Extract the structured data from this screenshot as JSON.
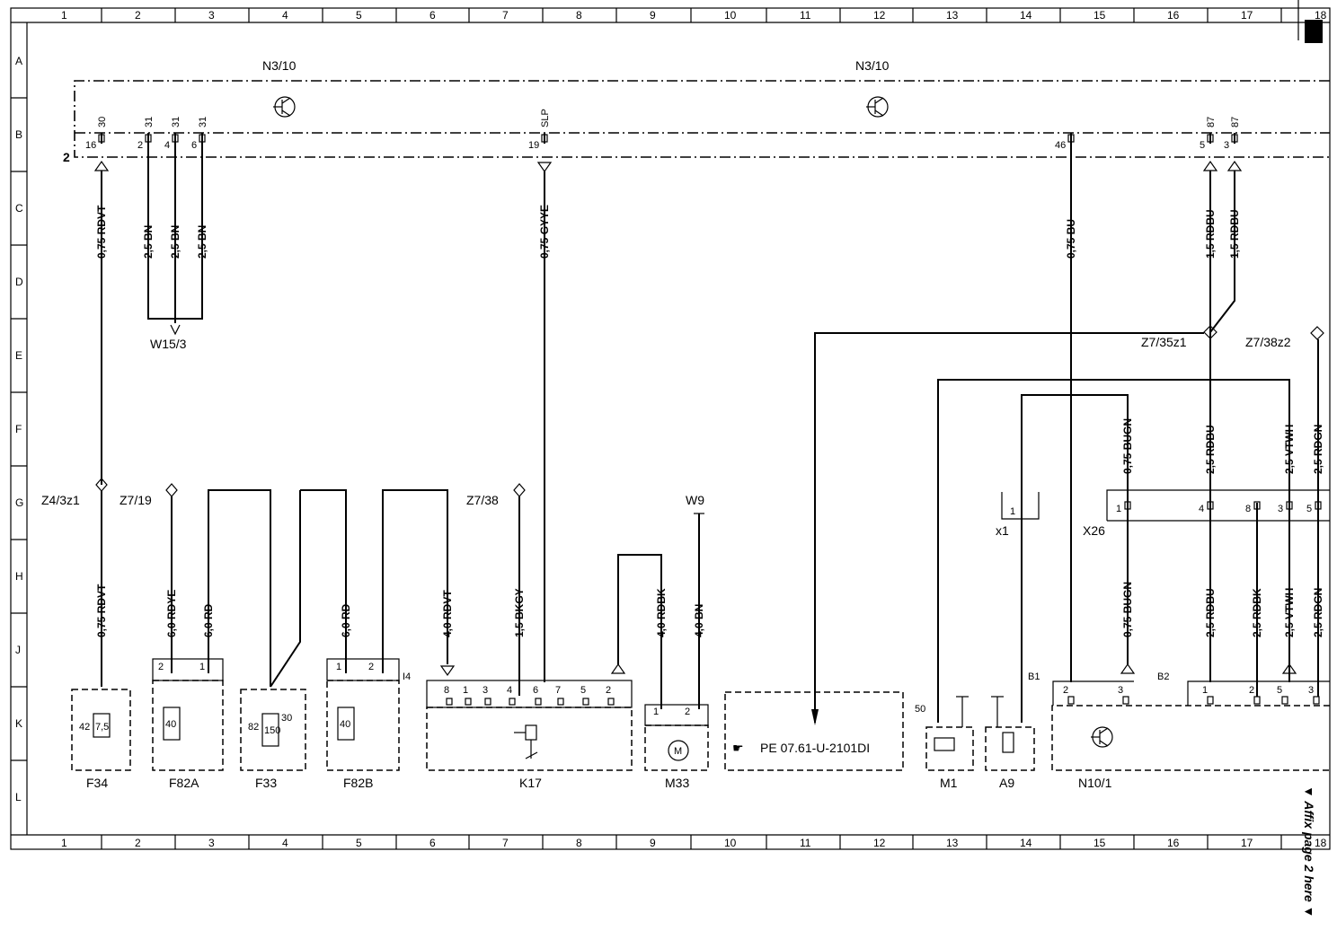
{
  "grid": {
    "columns": [
      "1",
      "2",
      "3",
      "4",
      "5",
      "6",
      "7",
      "8",
      "9",
      "10",
      "11",
      "12",
      "13",
      "14",
      "15",
      "16",
      "17",
      "18"
    ],
    "rows": [
      "A",
      "B",
      "C",
      "D",
      "E",
      "F",
      "G",
      "H",
      "J",
      "K",
      "L"
    ]
  },
  "modules": {
    "n3_10_left": "N3/10",
    "n3_10_right": "N3/10",
    "bus_marker": "2"
  },
  "top_pins": [
    {
      "label": "30",
      "num": "16"
    },
    {
      "label": "31",
      "num": "2"
    },
    {
      "label": "31",
      "num": "4"
    },
    {
      "label": "31",
      "num": "6"
    },
    {
      "label": "SLP",
      "num": "19"
    },
    {
      "label": "",
      "num": "46"
    },
    {
      "label": "87",
      "num": "5"
    },
    {
      "label": "87",
      "num": "3"
    }
  ],
  "wires_upper": [
    "0,75 RDVT",
    "2,5 BN",
    "2,5 BN",
    "2,5 BN",
    "0,75 GYYE",
    "0,75 BU",
    "1,5 RDBU",
    "1,5 RDBU"
  ],
  "wires_right_mid": [
    "0,75 BUGN",
    "2,5 RDBU",
    "2,5 VTWH",
    "2,5 RDGN"
  ],
  "wires_lower": [
    "0,75 RDVT",
    "6,0 RDYE",
    "6,0 RD",
    "6,0 RD",
    "4,0 RDVT",
    "1,5 BKGY",
    "4,0 RDBK",
    "4,0 BN",
    "0,75 BUGN",
    "2,5 RDBU",
    "2,5 RDBK",
    "2,5 VTWH",
    "2,5 RDGN"
  ],
  "splices": {
    "w15_3": "W15/3",
    "z4_3z1": "Z4/3z1",
    "z7_19": "Z7/19",
    "z7_38": "Z7/38",
    "z7_35z1": "Z7/35z1",
    "z7_38z2": "Z7/38z2",
    "w9": "W9"
  },
  "connectors": {
    "x1": "x1",
    "x1_pin": "1",
    "x26": "X26",
    "x26_pins": [
      "1",
      "4",
      "8",
      "3",
      "5"
    ]
  },
  "components": {
    "f34": {
      "name": "F34",
      "a": "42",
      "b": "7,5"
    },
    "f82a": {
      "name": "F82A",
      "fuse": "40",
      "pins": [
        "2",
        "1"
      ]
    },
    "f33": {
      "name": "F33",
      "a": "82",
      "fuse": "150",
      "b": "30"
    },
    "f82b": {
      "name": "F82B",
      "fuse": "40",
      "pins": [
        "1",
        "2"
      ],
      "tag": "I4"
    },
    "k17": {
      "name": "K17",
      "pins": [
        "8",
        "1",
        "3",
        "4",
        "6",
        "7",
        "5",
        "2"
      ]
    },
    "m33": {
      "name": "M33",
      "pins": [
        "1",
        "2"
      ]
    },
    "pe_ref": "PE 07.61-U-2101DI",
    "m1": {
      "name": "M1",
      "pin": "50"
    },
    "a9": {
      "name": "A9"
    },
    "n10_1": {
      "name": "N10/1",
      "b1": "B1",
      "b2": "B2",
      "pins": [
        "2",
        "3",
        "1",
        "2",
        "5",
        "3"
      ]
    }
  },
  "affix_note": "▼ Affix page 2 here ▼"
}
